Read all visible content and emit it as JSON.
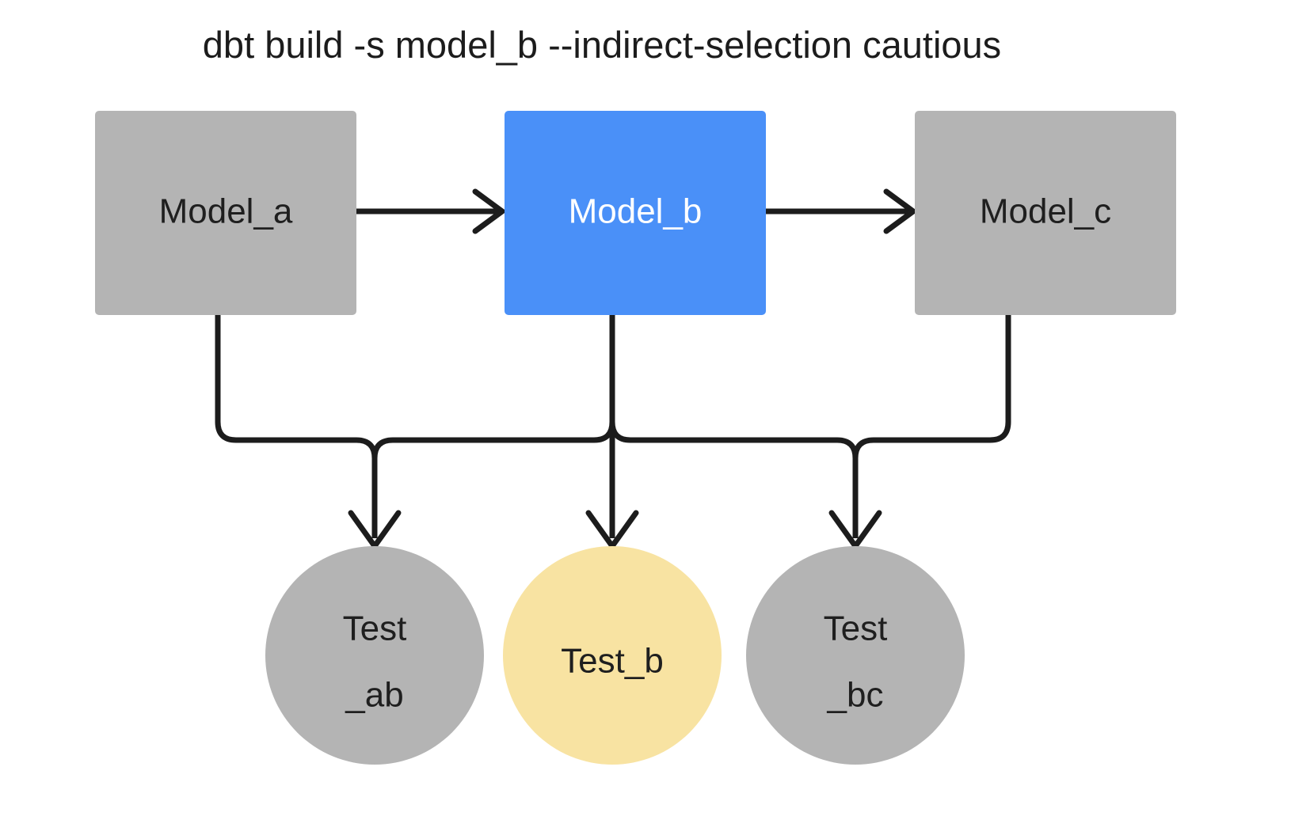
{
  "diagram": {
    "title": "dbt build -s model_b --indirect-selection cautious",
    "background_color": "#ffffff",
    "line_color": "#1c1c1c",
    "colors": {
      "neutral_gray": "#b4b4b4",
      "selected_blue": "#4a90f8",
      "selected_yellow": "#f8e3a2",
      "text_dark": "#1f1f1f",
      "text_light": "#ffffff"
    },
    "models": [
      {
        "id": "model_a",
        "label": "Model_a",
        "shape": "rectangle",
        "fill": "#b4b4b4",
        "text_color": "#1f1f1f",
        "selected": false
      },
      {
        "id": "model_b",
        "label": "Model_b",
        "shape": "rectangle",
        "fill": "#4a90f8",
        "text_color": "#ffffff",
        "selected": true
      },
      {
        "id": "model_c",
        "label": "Model_c",
        "shape": "rectangle",
        "fill": "#b4b4b4",
        "text_color": "#1f1f1f",
        "selected": false
      }
    ],
    "tests": [
      {
        "id": "test_ab",
        "label_line1": "Test",
        "label_line2": "_ab",
        "shape": "circle",
        "fill": "#b4b4b4",
        "text_color": "#1f1f1f",
        "selected": false
      },
      {
        "id": "test_b",
        "label_line1": "Test_b",
        "label_line2": "",
        "shape": "circle",
        "fill": "#f8e3a2",
        "text_color": "#1f1f1f",
        "selected": true
      },
      {
        "id": "test_bc",
        "label_line1": "Test",
        "label_line2": "_bc",
        "shape": "circle",
        "fill": "#b4b4b4",
        "text_color": "#1f1f1f",
        "selected": false
      }
    ],
    "edges": [
      {
        "from": "model_a",
        "to": "model_b",
        "style": "straight-arrow"
      },
      {
        "from": "model_b",
        "to": "model_c",
        "style": "straight-arrow"
      },
      {
        "from": "model_a",
        "to": "test_ab",
        "style": "orthogonal-arrow"
      },
      {
        "from": "model_b",
        "to": "test_ab",
        "style": "orthogonal-arrow"
      },
      {
        "from": "model_b",
        "to": "test_b",
        "style": "straight-arrow"
      },
      {
        "from": "model_b",
        "to": "test_bc",
        "style": "orthogonal-arrow"
      },
      {
        "from": "model_c",
        "to": "test_bc",
        "style": "orthogonal-arrow"
      }
    ]
  }
}
